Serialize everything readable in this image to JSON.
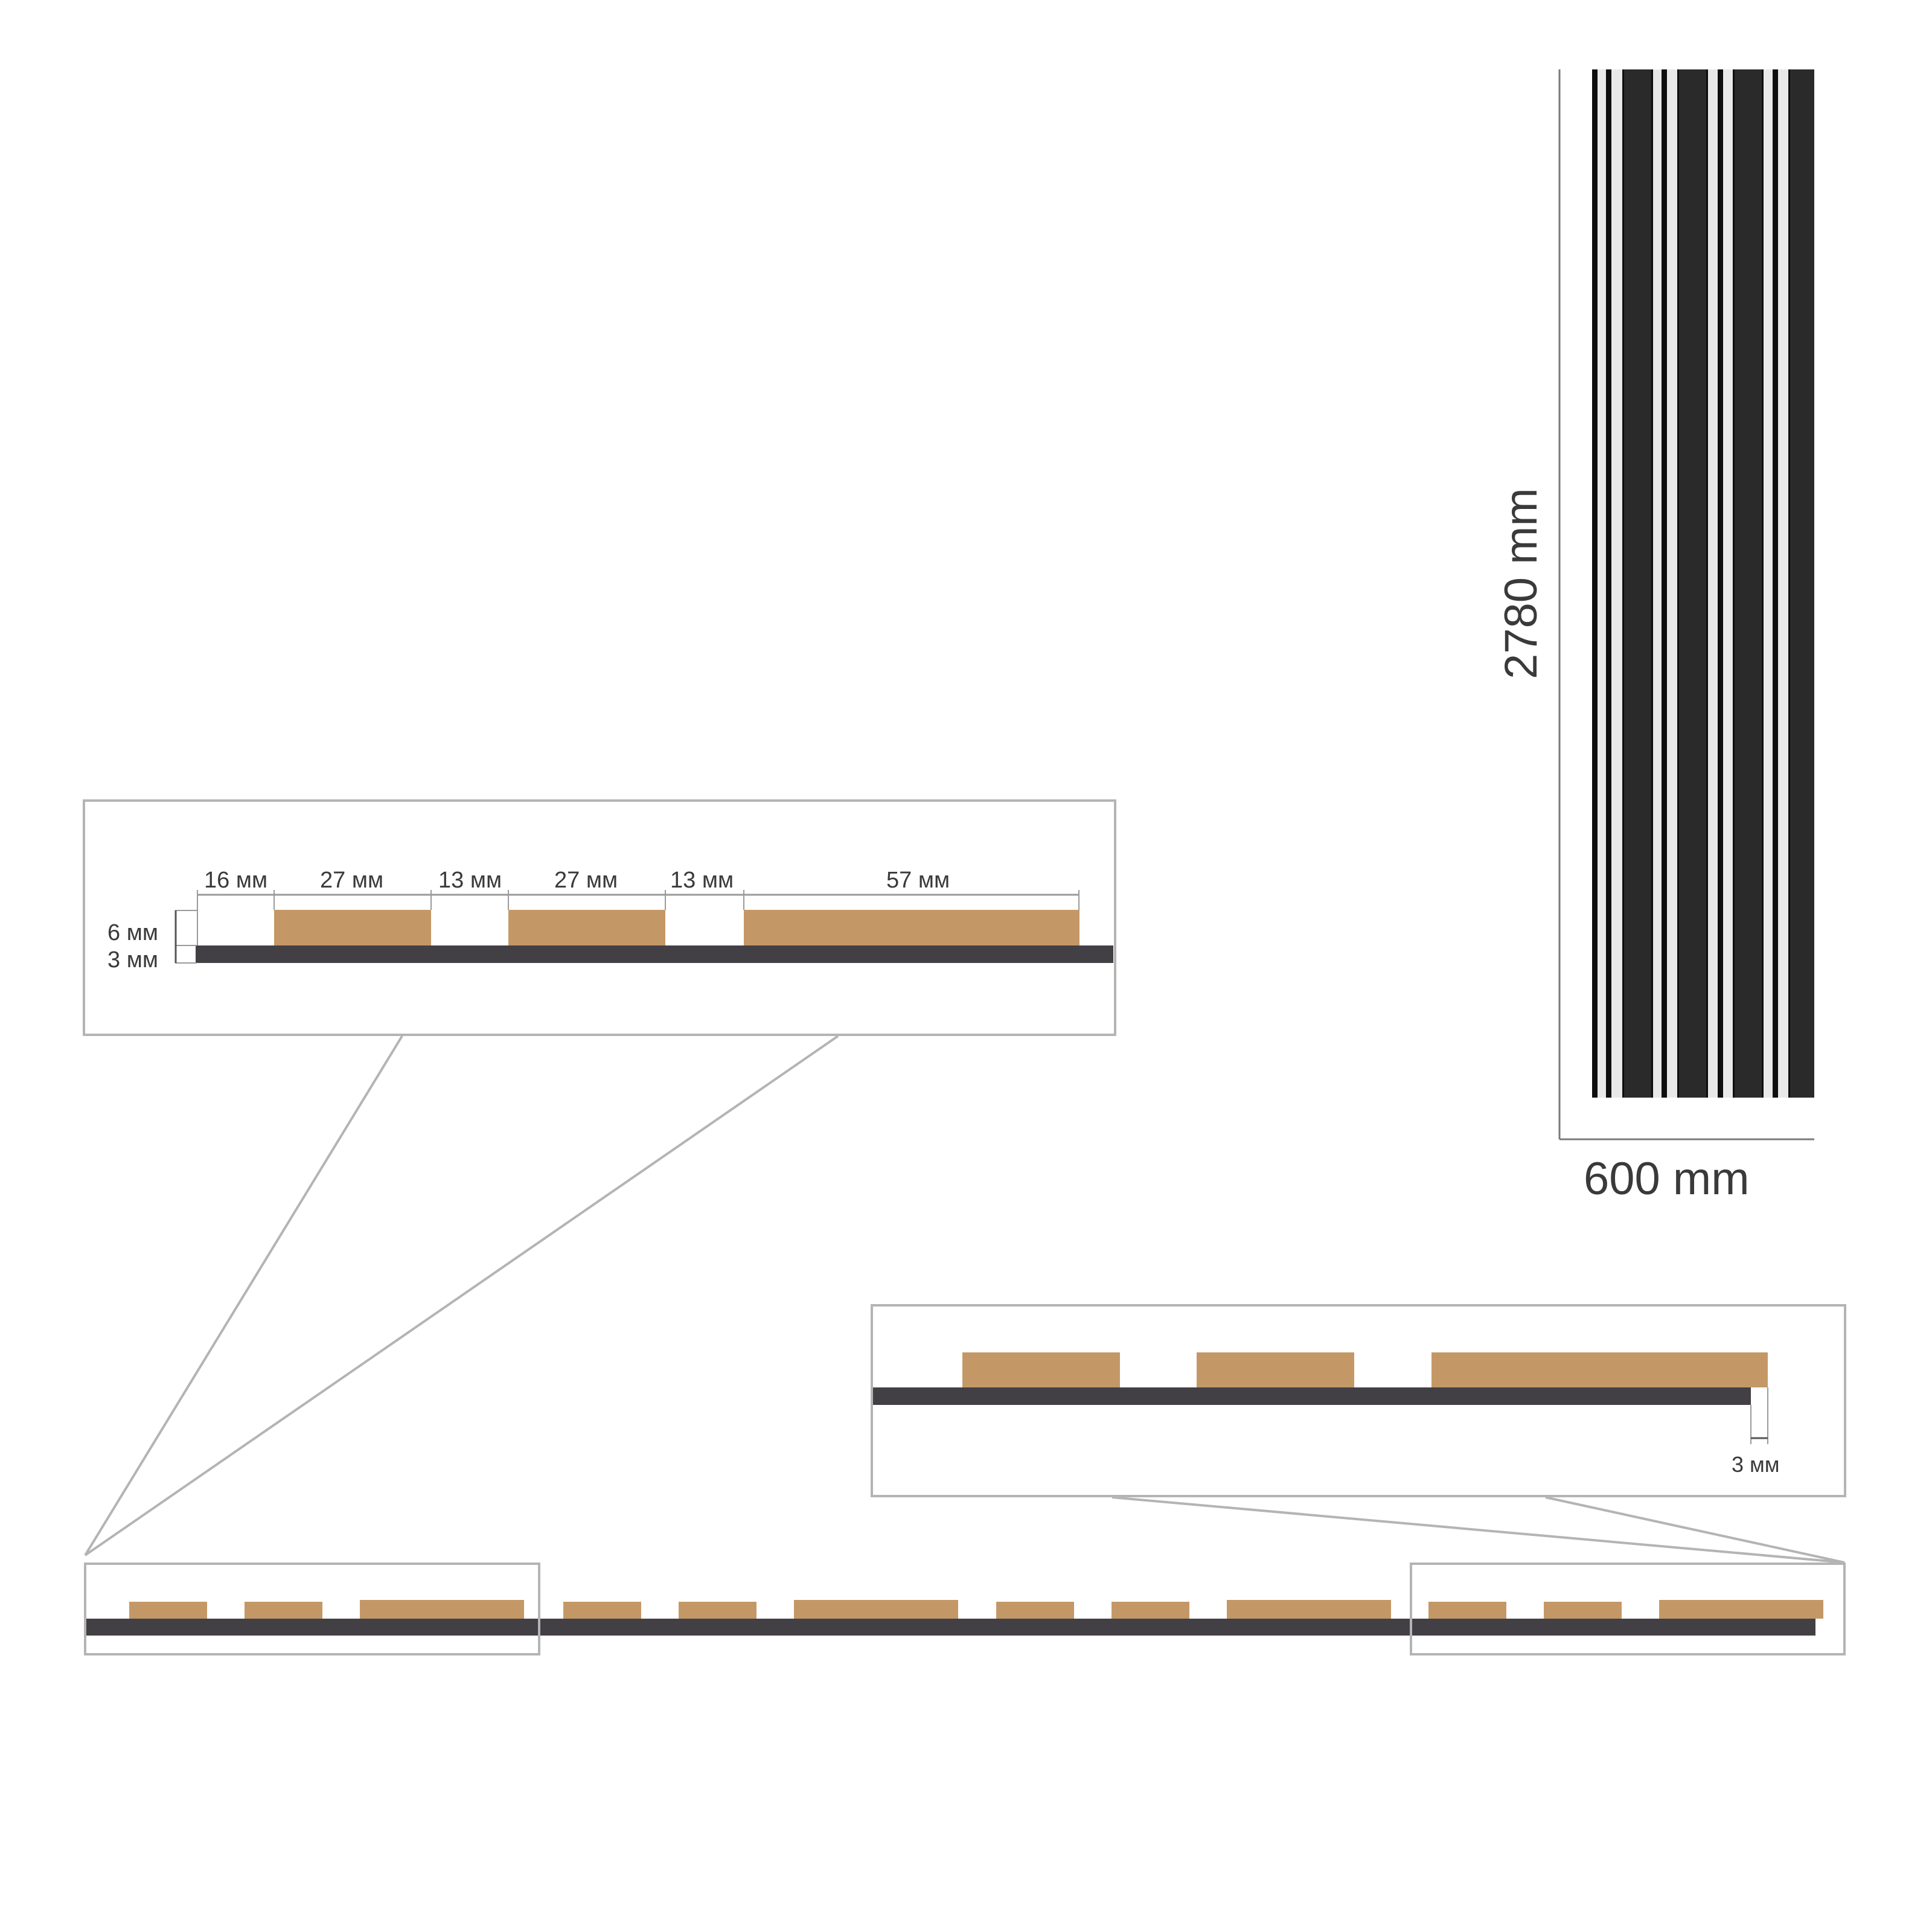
{
  "colors": {
    "slat": "#C49866",
    "base_strip": "#434045",
    "frame": "#b4b4b4",
    "dimension_line": "#9a9a9a",
    "panel_dark": "#2a2a2a",
    "panel_black": "#0e0e0e",
    "panel_light": "#e8e8e8",
    "text": "#3a3a3a"
  },
  "panel_view": {
    "height_label": "2780 mm",
    "width_label": "600 mm"
  },
  "detail_left": {
    "top_dimensions": [
      "16 мм",
      "27 мм",
      "13 мм",
      "27 мм",
      "13 мм",
      "57 мм"
    ],
    "slat_height_label": "6 мм",
    "base_thickness_label": "3 мм"
  },
  "detail_right": {
    "overhang_label": "3 мм"
  },
  "cross_section": {
    "slat_groups": 4,
    "slats_per_group": [
      "27 мм",
      "27 мм",
      "57 мм"
    ]
  }
}
